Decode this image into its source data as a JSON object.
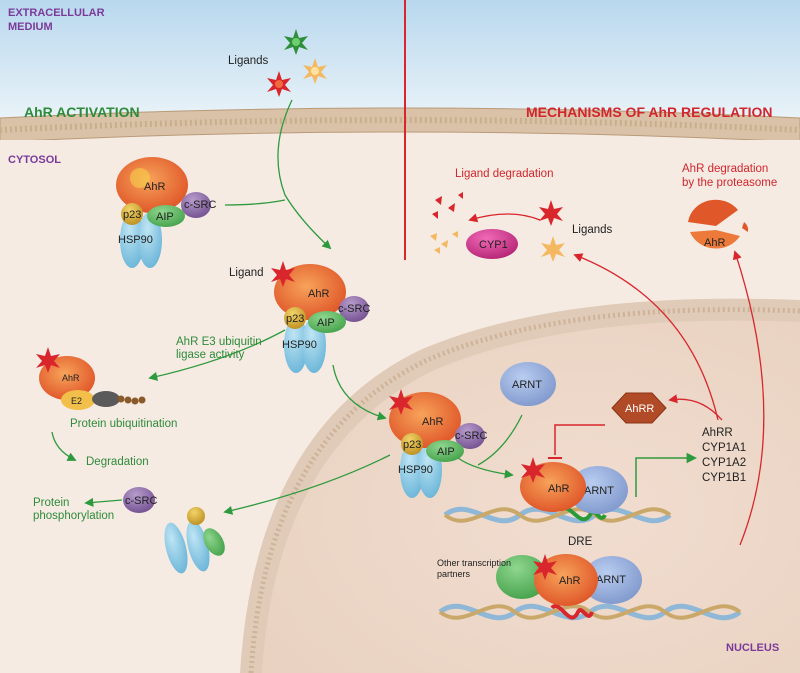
{
  "regions": {
    "extracellular": "EXTRACELLULAR\nMEDIUM",
    "cytosol": "CYTOSOL",
    "nucleus": "NUCLEUS"
  },
  "headers": {
    "left": "AhR ACTIVATION",
    "right": "MECHANISMS OF AhR REGULATION"
  },
  "labels": {
    "ligands_top": "Ligands",
    "ligand": "Ligand",
    "e3_activity": "AhR E3 ubiquitin\nligase activity",
    "protein_ubiquitination": "Protein ubiquitination",
    "degradation": "Degradation",
    "protein_phosphorylation": "Protein\nphosphorylation",
    "ligand_degradation": "Ligand degradation",
    "ahr_degradation": "AhR degradation\nby the proteasome",
    "ligands_right": "Ligands",
    "dre": "DRE",
    "other_partners": "Other transcription\npartners",
    "target_genes": [
      "AhRR",
      "CYP1A1",
      "CYP1A2",
      "CYP1B1"
    ]
  },
  "proteins": {
    "ahr": "AhR",
    "csrc": "c-SRC",
    "aip": "AIP",
    "p23": "p23",
    "hsp90": "HSP90",
    "arnt": "ARNT",
    "ahrr": "AhRR",
    "cyp1": "CYP1",
    "e2": "E2"
  },
  "colors": {
    "ahr": "#ec7a3a",
    "ligand_red": "#d8262c",
    "ligand_green": "#2f8f3a",
    "ligand_peach": "#f4b860",
    "aip": "#5cb85c",
    "p23": "#d6a72a",
    "hsp90": "#7ec3e0",
    "csrc": "#8e6aa6",
    "arnt": "#8fa7d6",
    "ahrr": "#b14a26",
    "cyp1": "#d62b8a",
    "green_text": "#2e8b3a",
    "red_text": "#d0262c",
    "purple_text": "#7b3a9a"
  }
}
